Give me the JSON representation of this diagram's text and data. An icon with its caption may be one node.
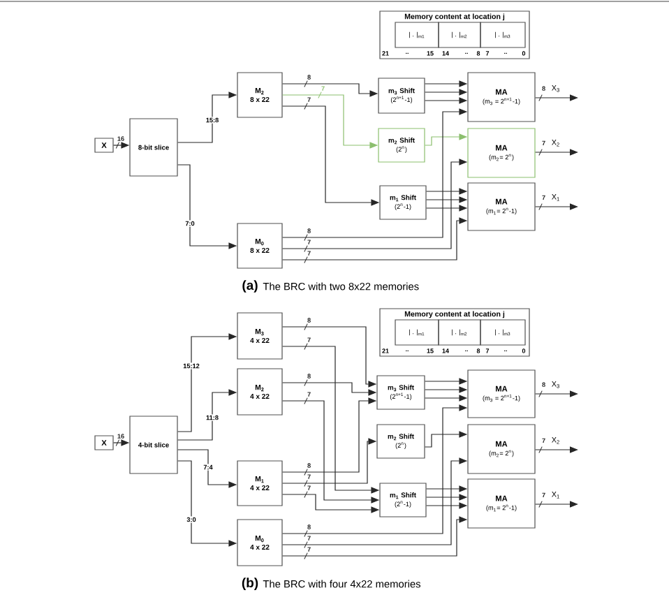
{
  "diagram": {
    "nodes": [
      {
        "text": [
          "Memory content at location j",
          "21",
          "..",
          "15",
          "14",
          "..",
          "8",
          "7",
          "..",
          "0"
        ]
      },
      {
        "text": [
          "| . |$_{m1}$"
        ],
        "in": 0
      },
      {
        "text": [
          "| . |$_{m2}$"
        ],
        "in": 0
      },
      {
        "text": [
          "| . |$_{m3}$"
        ],
        "in": 0
      },
      {
        "text": [
          "X"
        ]
      },
      {
        "text": [
          "8-bit slice"
        ]
      },
      {
        "text": [
          "M$_{2}$",
          "8 x 22"
        ]
      },
      {
        "text": [
          "M$_{0}$",
          "8 x 22"
        ]
      },
      {
        "text": [
          "m$_{3}$ Shift",
          "(2$^{n+1}$-1)"
        ]
      },
      {
        "text": [
          "m$_{2}$ Shift",
          "(2$^{n}$)"
        ]
      },
      {
        "text": [
          "m$_{1}$ Shift",
          "(2$^{n}$-1)"
        ]
      },
      {
        "text": [
          "MA",
          "(m$_{3}$ = 2$^{n+1}$-1)"
        ]
      },
      {
        "text": [
          "MA",
          "(m$_{2}$= 2$^{n}$)"
        ]
      },
      {
        "text": [
          "MA",
          "(m$_{1}$= 2$^{n}$-1)"
        ]
      },
      {
        "text": [
          "Memory content at location j",
          "21",
          "..",
          "15",
          "14",
          "..",
          "8",
          "7",
          "..",
          "0"
        ]
      },
      {
        "text": [
          "| . |$_{m1}$"
        ],
        "in": 14
      },
      {
        "text": [
          "| . |$_{m2}$"
        ],
        "in": 14
      },
      {
        "text": [
          "| . |$_{m3}$"
        ],
        "in": 14
      },
      {
        "text": [
          "X"
        ]
      },
      {
        "text": [
          "4-bit slice"
        ]
      },
      {
        "text": [
          "M$_{3}$",
          "4 x 22"
        ]
      },
      {
        "text": [
          "M$_{2}$",
          "4 x 22"
        ]
      },
      {
        "text": [
          "M$_{1}$",
          "4 x 22"
        ]
      },
      {
        "text": [
          "M$_{0}$",
          "4 x 22"
        ]
      },
      {
        "text": [
          "m$_{3}$ Shift",
          "(2$^{n+1}$-1)"
        ]
      },
      {
        "text": [
          "m$_{2}$ Shift",
          "(2$^{n}$)"
        ]
      },
      {
        "text": [
          "m$_{1}$ Shift",
          "(2$^{n}$-1)"
        ]
      },
      {
        "text": [
          "MA",
          "(m$_{3}$ = 2$^{n+1}$-1)"
        ]
      },
      {
        "text": [
          "MA",
          "(m$_{2}$= 2$^{n}$)"
        ]
      },
      {
        "text": [
          "MA",
          "(m$_{1}$= 2$^{n}$-1)"
        ]
      }
    ],
    "edges": [
      {
        "from": 4,
        "to": 5,
        "arrow": "to"
      },
      {
        "from": 5,
        "to": 6,
        "arrow": "to",
        "label": "15:8"
      },
      {
        "from": 5,
        "to": 7,
        "arrow": "to",
        "label": "7:0"
      },
      {
        "from": 6,
        "to": 8,
        "arrow": "to"
      },
      {
        "from": 6,
        "to": 9,
        "arrow": "to",
        "color": "#8cbf6e"
      },
      {
        "from": 6,
        "to": 10,
        "arrow": "to"
      },
      {
        "from": 8,
        "to": 11,
        "arrow": "to"
      },
      {
        "from": 8,
        "to": 11,
        "arrow": "to"
      },
      {
        "from": 8,
        "to": 11,
        "arrow": "to"
      },
      {
        "from": 9,
        "to": 12,
        "arrow": "to",
        "color": "#8cbf6e"
      },
      {
        "from": 10,
        "to": 13,
        "arrow": "to"
      },
      {
        "from": 10,
        "to": 13,
        "arrow": "to"
      },
      {
        "from": 10,
        "to": 13,
        "arrow": "to"
      },
      {
        "from": 7,
        "to": 11,
        "arrow": "to"
      },
      {
        "from": 7,
        "to": 12,
        "arrow": "to"
      },
      {
        "from": 7,
        "to": 13,
        "arrow": "to"
      },
      {
        "from": 11,
        "to": null,
        "arrow": "to",
        "label": "X$_{3}$"
      },
      {
        "from": 12,
        "to": null,
        "arrow": "to",
        "label": "X$_{2}$"
      },
      {
        "from": 13,
        "to": null,
        "arrow": "to",
        "label": "X$_{1}$"
      },
      {
        "from": 18,
        "to": 19,
        "arrow": "to"
      },
      {
        "from": 19,
        "to": 20,
        "arrow": "to",
        "label": "15:12"
      },
      {
        "from": 19,
        "to": 21,
        "arrow": "to",
        "label": "11:8"
      },
      {
        "from": 19,
        "to": 22,
        "arrow": "to",
        "label": "7:4"
      },
      {
        "from": 19,
        "to": 23,
        "arrow": "to",
        "label": "3:0"
      },
      {
        "from": 20,
        "to": 24,
        "arrow": "to"
      },
      {
        "from": 20,
        "to": 26,
        "arrow": "to"
      },
      {
        "from": 21,
        "to": 24,
        "arrow": "to"
      },
      {
        "from": 21,
        "to": 26,
        "arrow": "to"
      },
      {
        "from": 22,
        "to": 24,
        "arrow": "to"
      },
      {
        "from": 22,
        "to": 25,
        "arrow": "to"
      },
      {
        "from": 22,
        "to": 26,
        "arrow": "to"
      },
      {
        "from": 23,
        "to": 27,
        "arrow": "to"
      },
      {
        "from": 23,
        "to": 28,
        "arrow": "to"
      },
      {
        "from": 23,
        "to": 29,
        "arrow": "to"
      },
      {
        "from": 24,
        "to": 27,
        "arrow": "to"
      },
      {
        "from": 24,
        "to": 27,
        "arrow": "to"
      },
      {
        "from": 24,
        "to": 27,
        "arrow": "to"
      },
      {
        "from": 25,
        "to": 28,
        "arrow": "to"
      },
      {
        "from": 26,
        "to": 29,
        "arrow": "to"
      },
      {
        "from": 26,
        "to": 29,
        "arrow": "to"
      },
      {
        "from": 26,
        "to": 29,
        "arrow": "to"
      },
      {
        "from": 27,
        "to": null,
        "arrow": "to",
        "label": "X$_{3}$"
      },
      {
        "from": 28,
        "to": null,
        "arrow": "to",
        "label": "X$_{2}$"
      },
      {
        "from": 29,
        "to": null,
        "arrow": "to",
        "label": "X$_{1}$"
      }
    ],
    "labels": [
      "16",
      "8",
      "7",
      "7",
      "8",
      "7",
      "7",
      "8",
      "7",
      "7",
      "(a)",
      "The BRC with two 8x22 memories",
      "16",
      "8",
      "7",
      "8",
      "7",
      "8",
      "7",
      "7",
      "8",
      "7",
      "7",
      "8",
      "7",
      "7",
      "(b)",
      "The BRC with four 4x22 memories"
    ]
  }
}
